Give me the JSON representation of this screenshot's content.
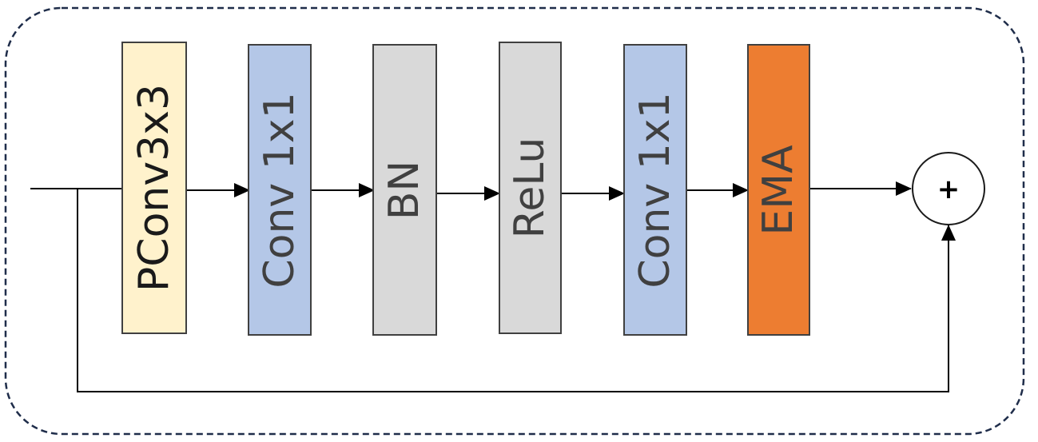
{
  "blocks": [
    {
      "id": "pconv",
      "label": "PConv3x3",
      "fill": "#FFF2CC",
      "text_color": "#1a1a1a"
    },
    {
      "id": "conv1",
      "label": "Conv 1x1",
      "fill": "#B4C7E7",
      "text_color": "#404040"
    },
    {
      "id": "bn",
      "label": "BN",
      "fill": "#D9D9D9",
      "text_color": "#404040"
    },
    {
      "id": "relu",
      "label": "ReLu",
      "fill": "#D9D9D9",
      "text_color": "#404040"
    },
    {
      "id": "conv2",
      "label": "Conv 1x1",
      "fill": "#B4C7E7",
      "text_color": "#404040"
    },
    {
      "id": "ema",
      "label": "EMA",
      "fill": "#ED7D31",
      "text_color": "#404040"
    }
  ],
  "sum_node": {
    "symbol": "+"
  },
  "colors": {
    "border": "#1f2d4a",
    "line": "#000000",
    "block_stroke": "#404040"
  }
}
